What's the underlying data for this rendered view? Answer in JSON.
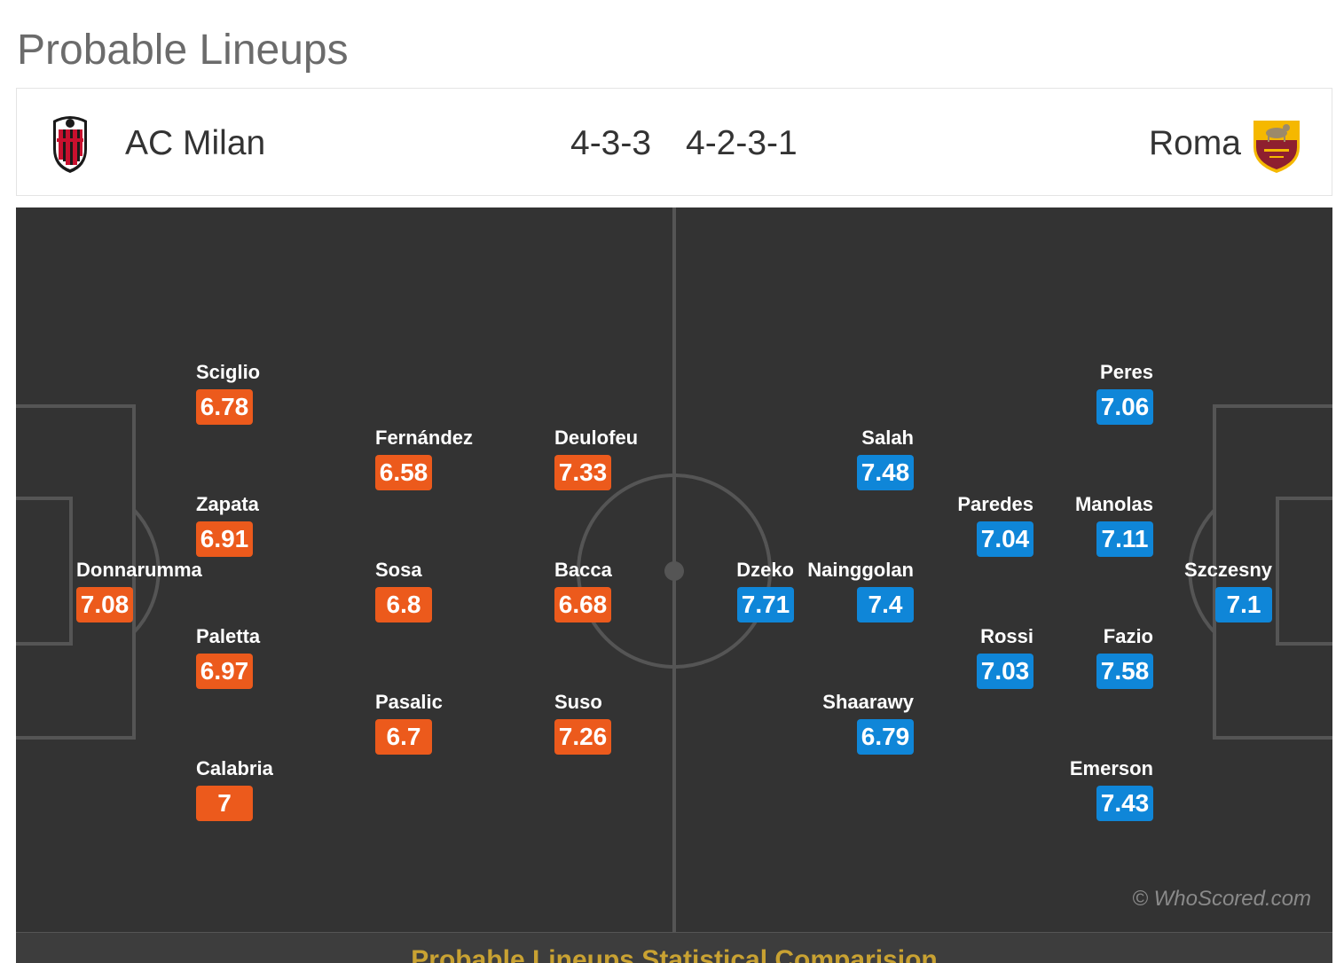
{
  "page": {
    "title": "Probable Lineups"
  },
  "header": {
    "home": {
      "name": "AC Milan",
      "formation": "4-3-3",
      "crest_icon": "ac-milan-crest-icon"
    },
    "away": {
      "name": "Roma",
      "formation": "4-2-3-1",
      "crest_icon": "roma-crest-icon"
    }
  },
  "colors": {
    "home_rating": "#ec5a1c",
    "away_rating": "#0f86d8",
    "pitch": "#333333",
    "pitch_lines": "#555555",
    "stats_title": "#c9a232"
  },
  "home_players": [
    {
      "name": "Sciglio",
      "rating": "6.78"
    },
    {
      "name": "Zapata",
      "rating": "6.91"
    },
    {
      "name": "Donnarumma",
      "rating": "7.08"
    },
    {
      "name": "Paletta",
      "rating": "6.97"
    },
    {
      "name": "Calabria",
      "rating": "7"
    },
    {
      "name": "Fernández",
      "rating": "6.58"
    },
    {
      "name": "Sosa",
      "rating": "6.8"
    },
    {
      "name": "Pasalic",
      "rating": "6.7"
    },
    {
      "name": "Deulofeu",
      "rating": "7.33"
    },
    {
      "name": "Bacca",
      "rating": "6.68"
    },
    {
      "name": "Suso",
      "rating": "7.26"
    }
  ],
  "away_players": [
    {
      "name": "Salah",
      "rating": "7.48"
    },
    {
      "name": "Dzeko",
      "rating": "7.71"
    },
    {
      "name": "Nainggolan",
      "rating": "7.4"
    },
    {
      "name": "Shaarawy",
      "rating": "6.79"
    },
    {
      "name": "Paredes",
      "rating": "7.04"
    },
    {
      "name": "Rossi",
      "rating": "7.03"
    },
    {
      "name": "Peres",
      "rating": "7.06"
    },
    {
      "name": "Manolas",
      "rating": "7.11"
    },
    {
      "name": "Fazio",
      "rating": "7.58"
    },
    {
      "name": "Emerson",
      "rating": "7.43"
    },
    {
      "name": "Szczesny",
      "rating": "7.1"
    }
  ],
  "watermark": "© WhoScored.com",
  "stats_section": {
    "title": "Probable Lineups Statistical Comparision"
  }
}
